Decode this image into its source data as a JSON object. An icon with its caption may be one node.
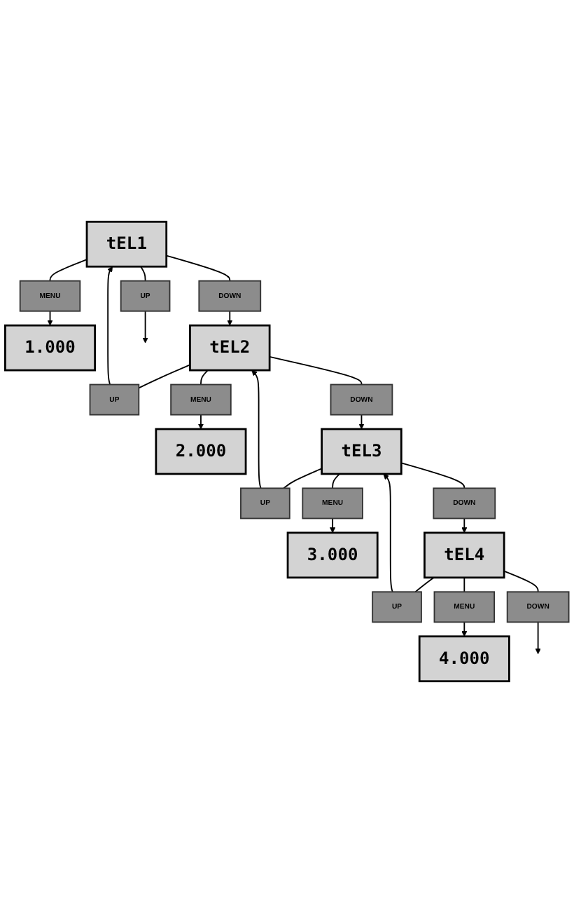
{
  "diagram": {
    "nodes": [
      {
        "text": [
          "UP"
        ]
      },
      {
        "text": [
          "tEL1"
        ]
      },
      {
        "text": [
          "MENU"
        ]
      },
      {
        "text": [
          "1.000"
        ]
      },
      {
        "text": [
          "DOWN"
        ]
      },
      {
        "text": [
          "UP"
        ]
      },
      {
        "text": [
          "tEL2"
        ]
      },
      {
        "text": [
          "MENU"
        ]
      },
      {
        "text": [
          "2.000"
        ]
      },
      {
        "text": [
          "DOWN"
        ]
      },
      {
        "text": [
          "UP"
        ]
      },
      {
        "text": [
          "tEL3"
        ]
      },
      {
        "text": [
          "MENU"
        ]
      },
      {
        "text": [
          "3.000"
        ]
      },
      {
        "text": [
          "DOWN"
        ]
      },
      {
        "text": [
          "UP"
        ]
      },
      {
        "text": [
          "tEL4"
        ]
      },
      {
        "text": [
          "MENU"
        ]
      },
      {
        "text": [
          "4.000"
        ]
      },
      {
        "text": [
          "DOWN"
        ]
      }
    ],
    "edges": [
      {
        "from": 1,
        "to": 0,
        "arrow": "none"
      },
      {
        "from": 0,
        "to": null,
        "arrow": "to"
      },
      {
        "from": 1,
        "to": 2,
        "arrow": "none"
      },
      {
        "from": 2,
        "to": 3,
        "arrow": "to"
      },
      {
        "from": 1,
        "to": 4,
        "arrow": "none"
      },
      {
        "from": 4,
        "to": 6,
        "arrow": "to"
      },
      {
        "from": 6,
        "to": 5,
        "arrow": "none"
      },
      {
        "from": 5,
        "to": 1,
        "arrow": "to"
      },
      {
        "from": 6,
        "to": 7,
        "arrow": "none"
      },
      {
        "from": 7,
        "to": 8,
        "arrow": "to"
      },
      {
        "from": 6,
        "to": 9,
        "arrow": "none"
      },
      {
        "from": 9,
        "to": 11,
        "arrow": "to"
      },
      {
        "from": 11,
        "to": 10,
        "arrow": "none"
      },
      {
        "from": 10,
        "to": 6,
        "arrow": "to"
      },
      {
        "from": 11,
        "to": 12,
        "arrow": "none"
      },
      {
        "from": 12,
        "to": 13,
        "arrow": "to"
      },
      {
        "from": 11,
        "to": 14,
        "arrow": "none"
      },
      {
        "from": 14,
        "to": 16,
        "arrow": "to"
      },
      {
        "from": 16,
        "to": 15,
        "arrow": "none"
      },
      {
        "from": 15,
        "to": 11,
        "arrow": "to"
      },
      {
        "from": 16,
        "to": 17,
        "arrow": "none"
      },
      {
        "from": 17,
        "to": 18,
        "arrow": "to"
      },
      {
        "from": 16,
        "to": 19,
        "arrow": "none"
      },
      {
        "from": 19,
        "to": null,
        "arrow": "to"
      }
    ]
  }
}
